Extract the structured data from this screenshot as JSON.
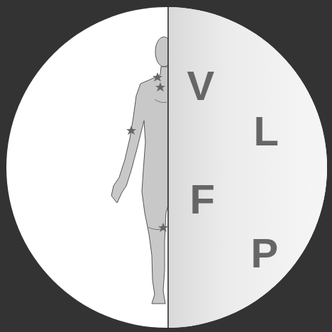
{
  "diagram": {
    "labels": [
      "V",
      "L",
      "F",
      "P"
    ]
  }
}
